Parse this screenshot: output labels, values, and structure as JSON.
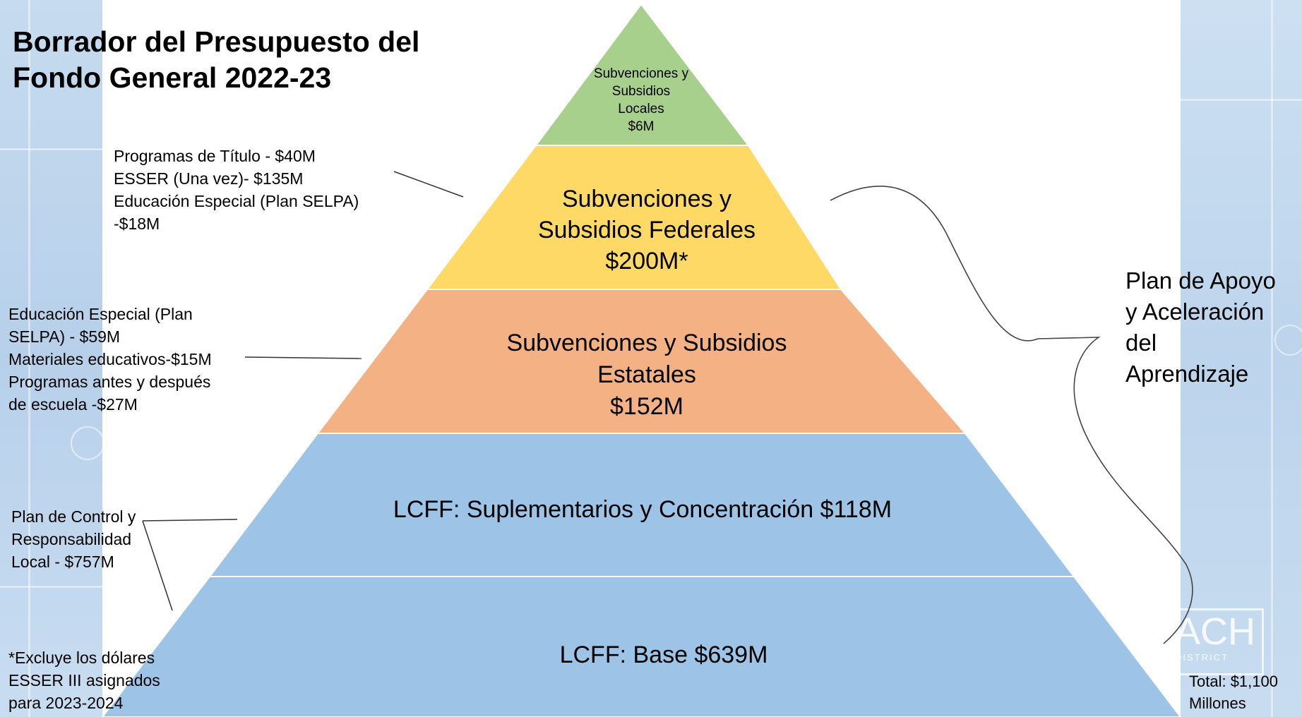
{
  "title": "Borrador del Presupuesto del Fondo General 2022-23",
  "tiers": [
    {
      "label": "Subvenciones y\nSubsidios\nLocales\n$6M",
      "value_millions": 6,
      "color": "#a8d08d"
    },
    {
      "label": "Subvenciones y\nSubsidios Federales\n$200M*",
      "value_millions": 200,
      "color": "#ffd966"
    },
    {
      "label": "Subvenciones y Subsidios\nEstatales\n$152M",
      "value_millions": 152,
      "color": "#f4b183"
    },
    {
      "label": "LCFF: Suplementarios y Concentración $118M",
      "value_millions": 118,
      "color": "#9dc3e6"
    },
    {
      "label": "LCFF: Base $639M",
      "value_millions": 639,
      "color": "#9dc3e6"
    }
  ],
  "notes": {
    "federal_detail": "Programas de Título - $40M\nESSER (Una vez)- $135M\nEducación Especial (Plan SELPA)\n-$18M",
    "state_detail": "Educación Especial (Plan\nSELPA) - $59M\nMateriales educativos-$15M\nProgramas antes y después\nde escuela -$27M",
    "lcff_detail": "Plan de Control y\nResponsabilidad\nLocal - $757M",
    "footnote": "*Excluye los dólares\nESSER III asignados\npara 2023-2024",
    "learning_plan": "Plan de Apoyo\ny Aceleración\ndel\nAprendizaje",
    "total": "Total: $1,100\nMillones"
  },
  "watermark": {
    "big": "ACH",
    "small": "DISTRICT"
  }
}
